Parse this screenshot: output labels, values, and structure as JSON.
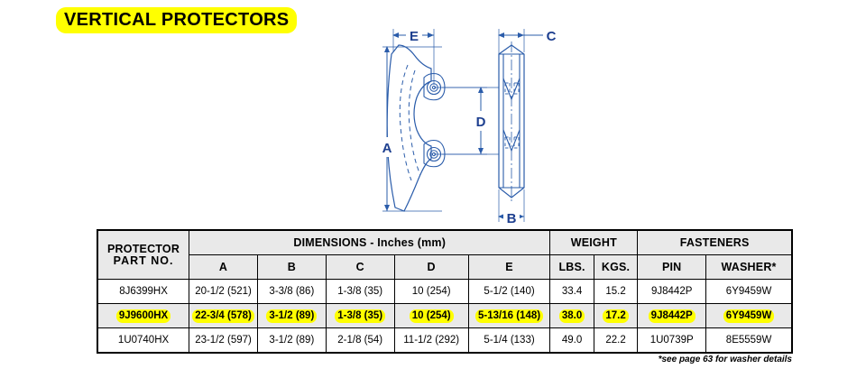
{
  "title": "VERTICAL PROTECTORS",
  "title_highlight_color": "#ffff00",
  "drawing": {
    "line_color": "#2a5caa",
    "label_color": "#1d3f8f",
    "labels": {
      "a": "A",
      "b": "B",
      "c": "C",
      "d": "D",
      "e": "E"
    }
  },
  "table": {
    "group_headers": {
      "part": {
        "line1": "PROTECTOR",
        "line2": "PART NO."
      },
      "dimensions": "DIMENSIONS - Inches (mm)",
      "weight": "WEIGHT",
      "fasteners": "FASTENERS"
    },
    "sub_headers": {
      "a": "A",
      "b": "B",
      "c": "C",
      "d": "D",
      "e": "E",
      "lbs": "LBS.",
      "kgs": "KGS.",
      "pin": "PIN",
      "washer": "WASHER*"
    },
    "rows": [
      {
        "highlighted": false,
        "part_no": "8J6399HX",
        "a": "20-1/2 (521)",
        "b": "3-3/8 (86)",
        "c": "1-3/8 (35)",
        "d": "10 (254)",
        "e": "5-1/2 (140)",
        "lbs": "33.4",
        "kgs": "15.2",
        "pin": "9J8442P",
        "washer": "6Y9459W"
      },
      {
        "highlighted": true,
        "part_no": "9J9600HX",
        "a": "22-3/4 (578)",
        "b": "3-1/2 (89)",
        "c": "1-3/8 (35)",
        "d": "10 (254)",
        "e": "5-13/16 (148)",
        "lbs": "38.0",
        "kgs": "17.2",
        "pin": "9J8442P",
        "washer": "6Y9459W"
      },
      {
        "highlighted": false,
        "part_no": "1U0740HX",
        "a": "23-1/2 (597)",
        "b": "3-1/2 (89)",
        "c": "2-1/8 (54)",
        "d": "11-1/2 (292)",
        "e": "5-1/4 (133)",
        "lbs": "49.0",
        "kgs": "22.2",
        "pin": "1U0739P",
        "washer": "8E5559W"
      }
    ]
  },
  "footnote": "*see page 63 for washer details"
}
